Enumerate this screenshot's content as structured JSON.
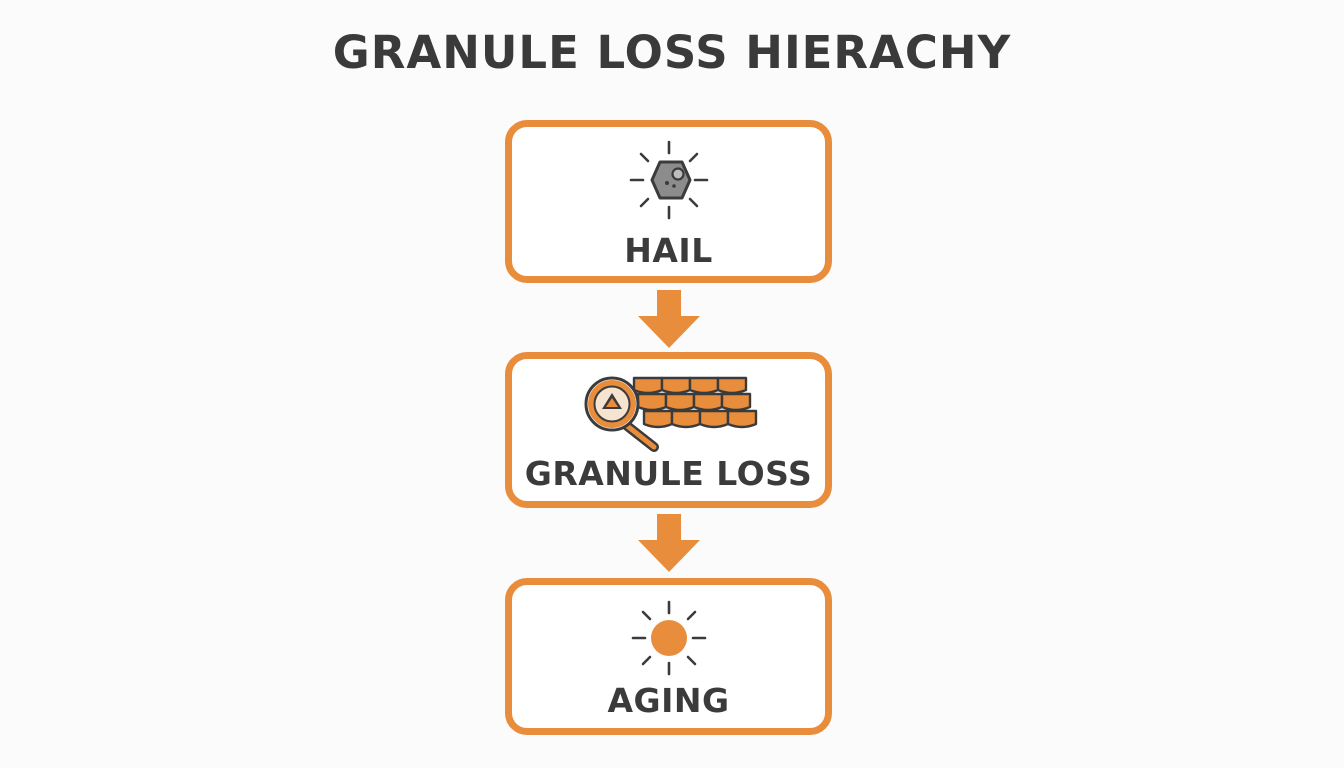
{
  "title": "GRANULE LOSS HIERACHY",
  "accent_color": "#e88d3c",
  "text_color": "#3b3b3b",
  "steps": [
    {
      "label": "HAIL",
      "icon": "hailstone-icon"
    },
    {
      "label": "GRANULE LOSS",
      "icon": "magnified-shingles-icon"
    },
    {
      "label": "AGING",
      "icon": "sun-icon"
    }
  ],
  "connectors": [
    "down-arrow-icon",
    "down-arrow-icon"
  ]
}
